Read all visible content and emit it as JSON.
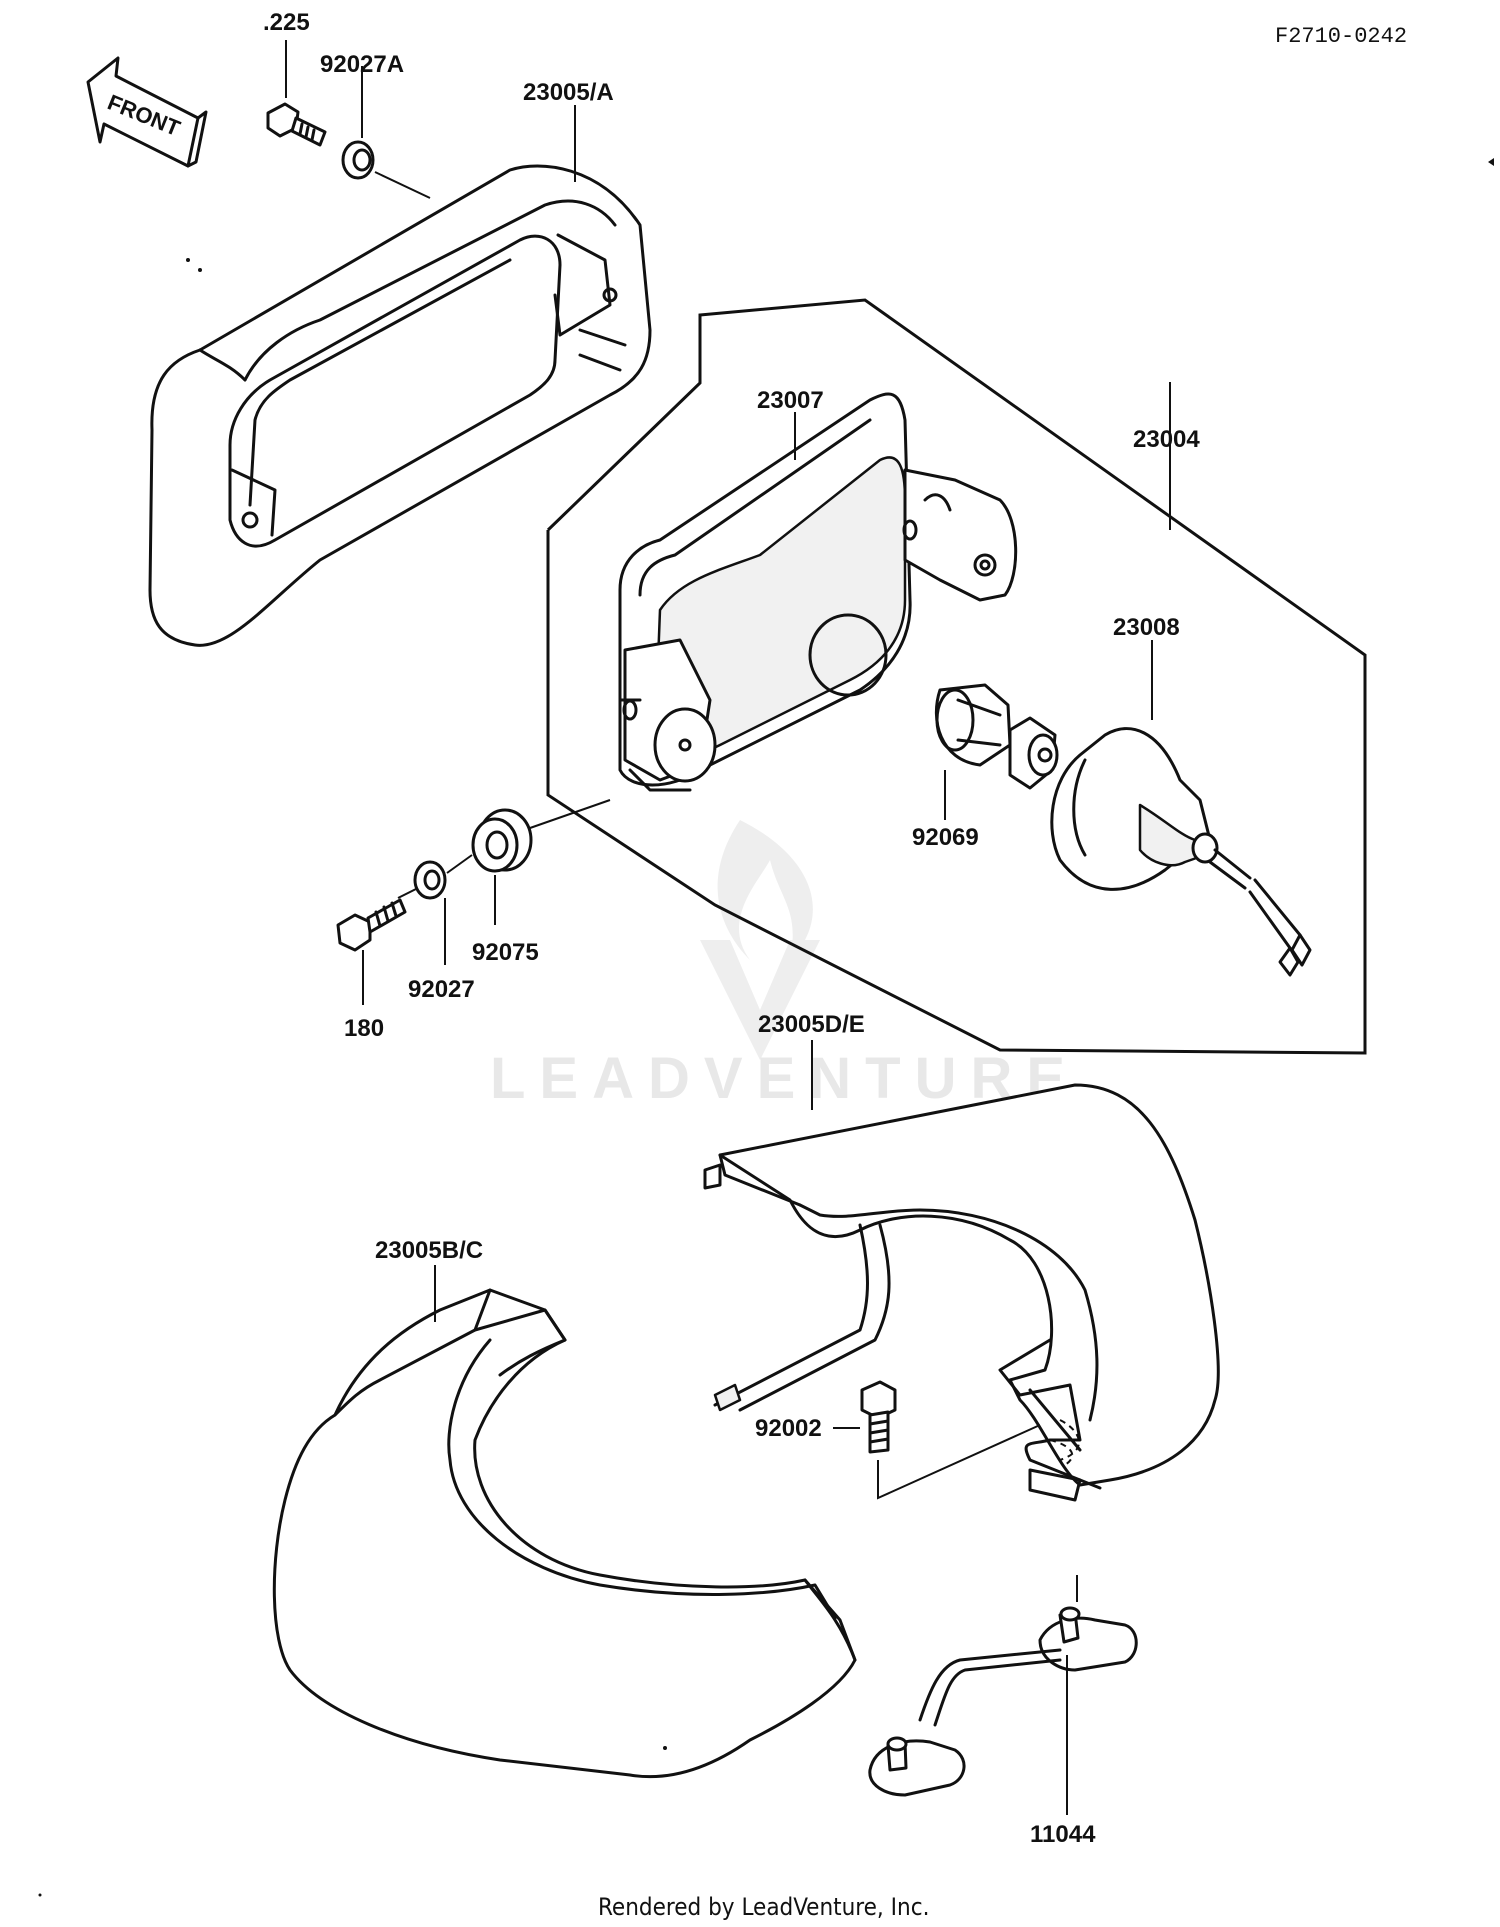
{
  "diagram_code": "F2710-0242",
  "front_arrow_label": "FRONT",
  "watermark": "LEADVENTURE",
  "footer": "Rendered by LeadVenture, Inc.",
  "part_labels": {
    "p225": ".225",
    "p92027A": "92027A",
    "p23005A": "23005/A",
    "p23007": "23007",
    "p23004": "23004",
    "p23008": "23008",
    "p92069": "92069",
    "p92075": "92075",
    "p92027": "92027",
    "p180": "180",
    "p23005DE": "23005D/E",
    "p23005BC": "23005B/C",
    "p92002": "92002",
    "p11044": "11044"
  }
}
